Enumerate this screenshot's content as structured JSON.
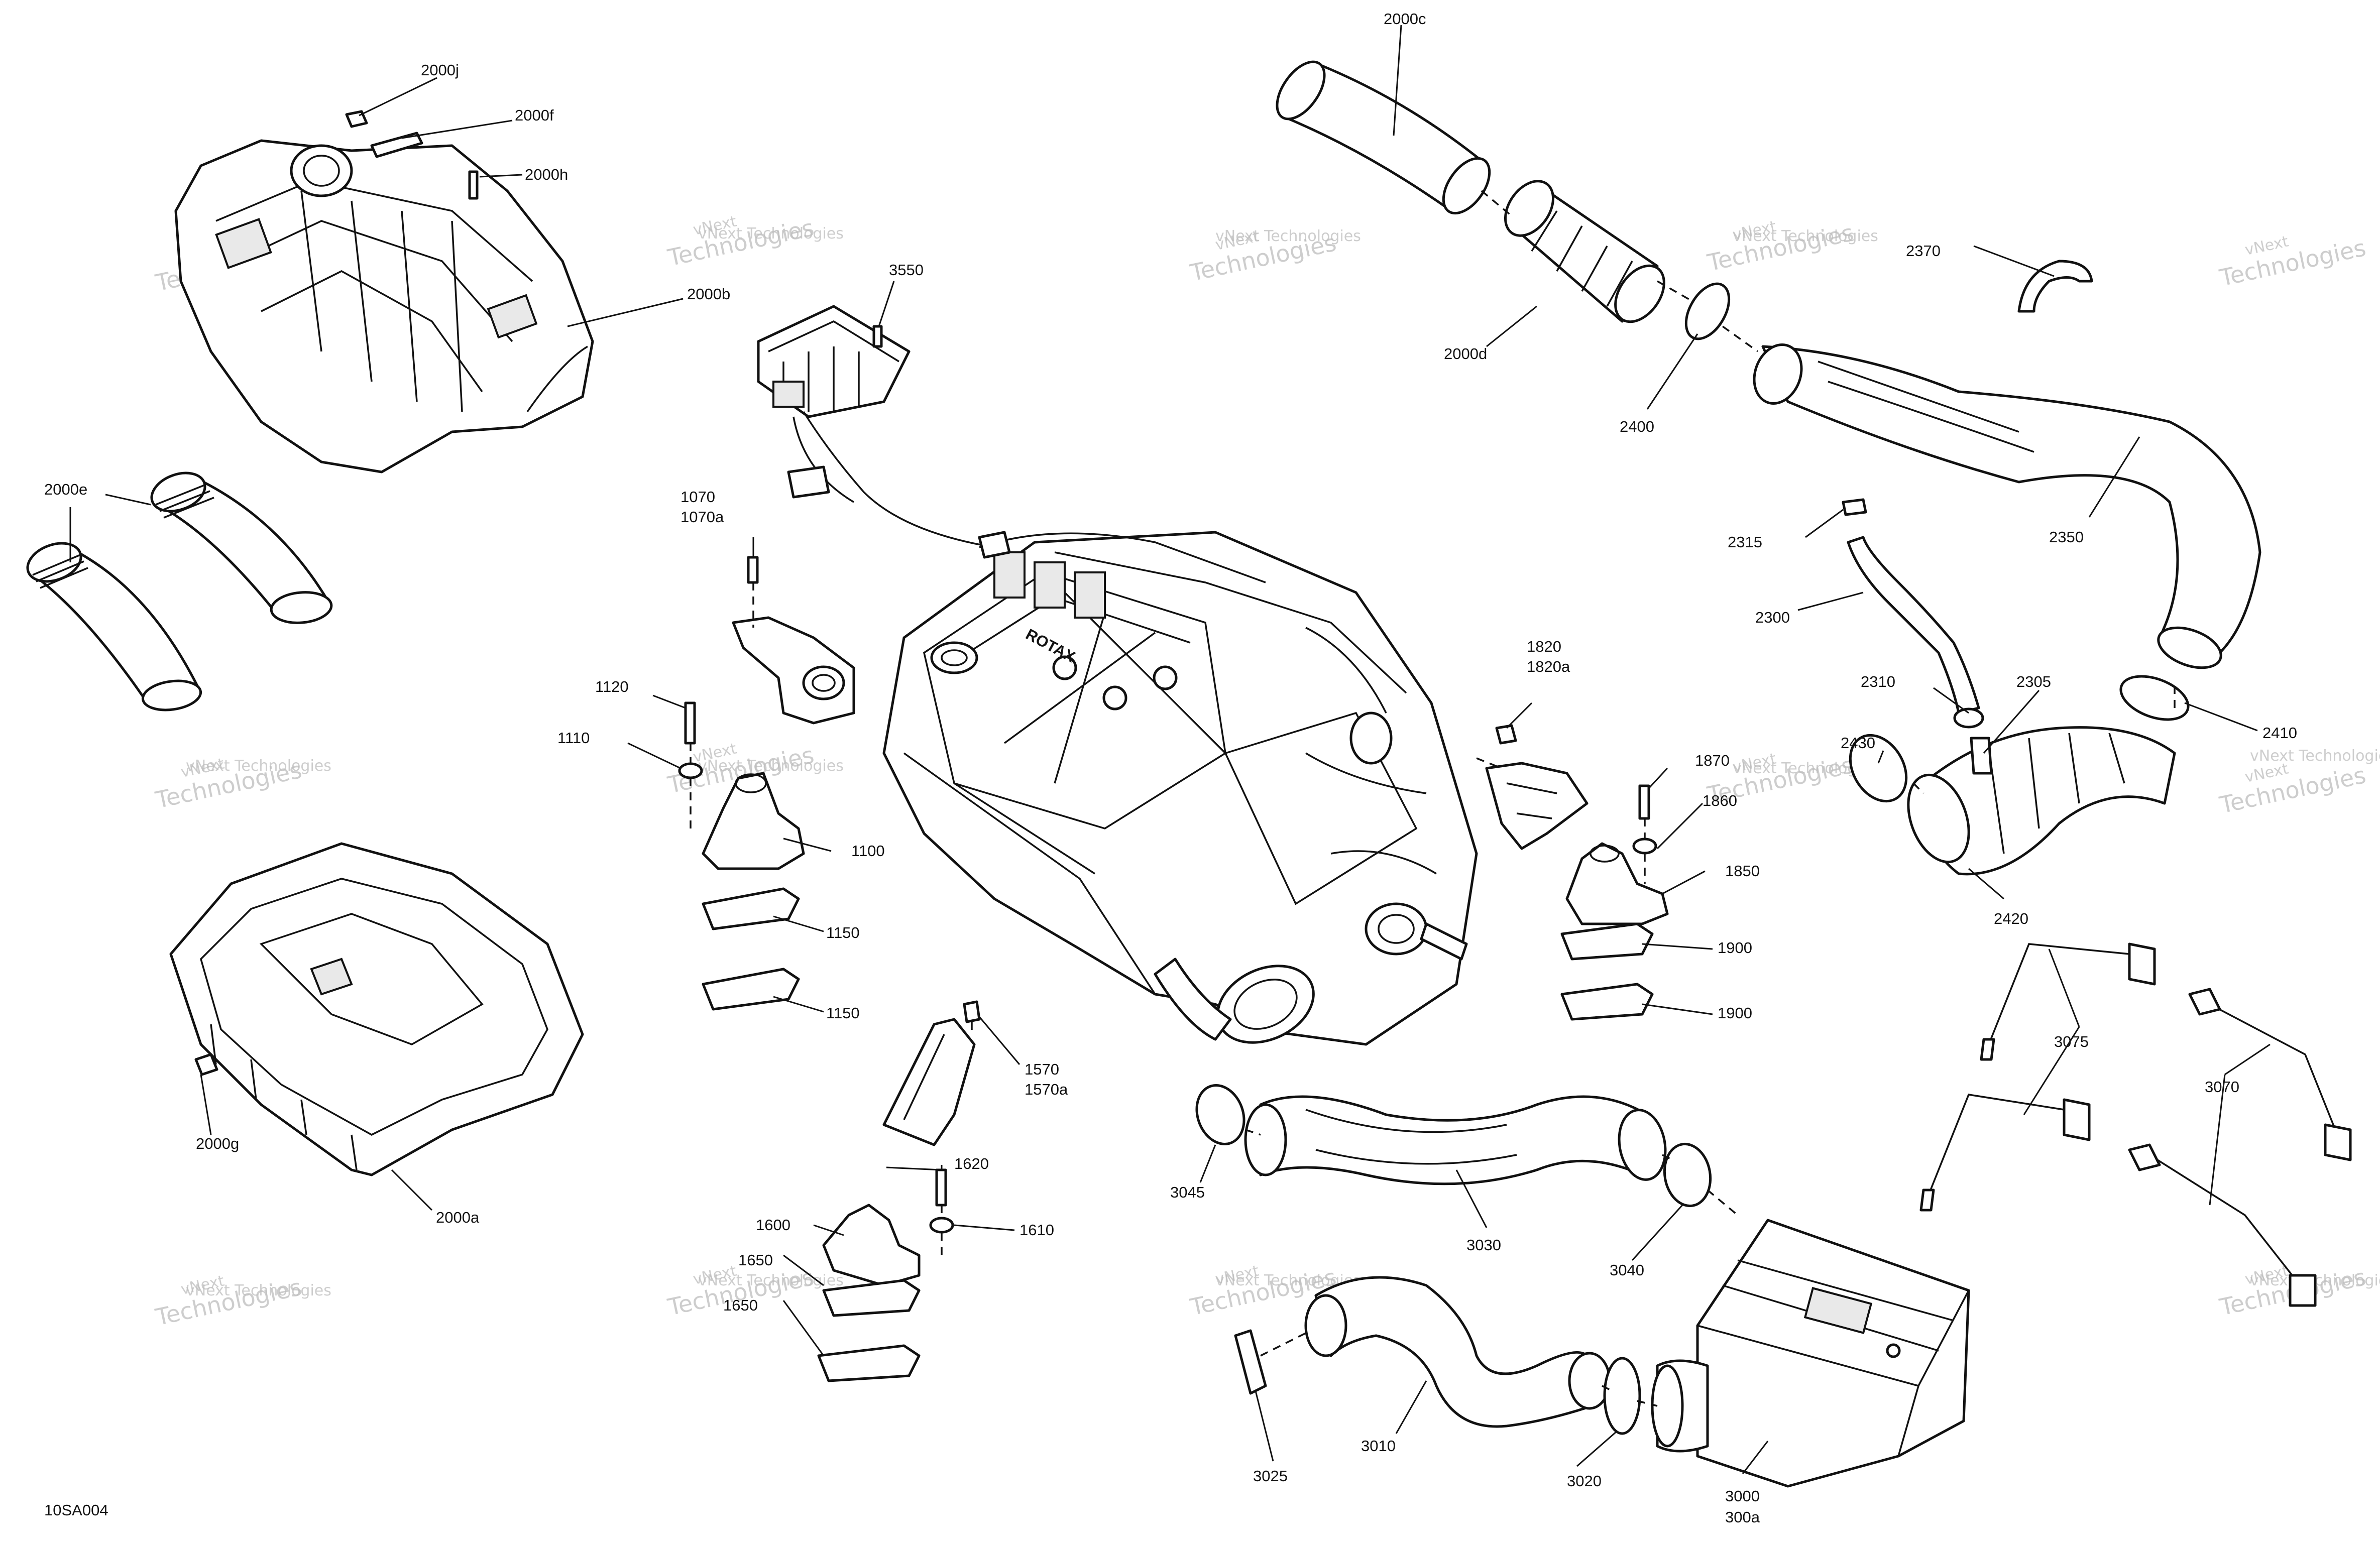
{
  "diagram": {
    "drawing_code": "10SA004",
    "brand_mark": "ROTAX",
    "watermark_line1": "vNext",
    "watermark_line2": "Technologies",
    "watermark_small": "vNext Technologies",
    "callouts": [
      "2000j",
      "2000f",
      "2000h",
      "2000b",
      "2000e",
      "2000g",
      "2000a",
      "2000c",
      "2000d",
      "2400",
      "2370",
      "2350",
      "2315",
      "2300",
      "2310",
      "2305",
      "2410",
      "2420",
      "2430",
      "3550",
      "1070",
      "1070a",
      "1120",
      "1110",
      "1100",
      "1150",
      "1150",
      "1820",
      "1820a",
      "1870",
      "1860",
      "1850",
      "1900",
      "1900",
      "1570",
      "1570a",
      "1620",
      "1600",
      "1610",
      "1650",
      "1650",
      "3075",
      "3070",
      "3045",
      "3030",
      "3040",
      "3010",
      "3025",
      "3020",
      "3000",
      "300a"
    ]
  }
}
